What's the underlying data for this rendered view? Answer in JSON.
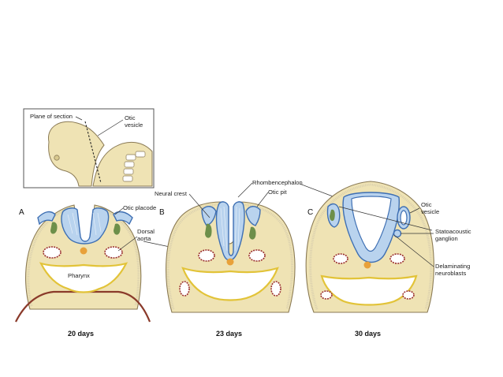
{
  "inset": {
    "plane_label": "Plane of section",
    "otic_label_line1": "Otic",
    "otic_label_line2": "vesicle"
  },
  "panels": [
    {
      "letter": "A",
      "age": "20 days"
    },
    {
      "letter": "B",
      "age": "23 days"
    },
    {
      "letter": "C",
      "age": "30 days"
    }
  ],
  "labels": {
    "otic_placode": "Otic placode",
    "dorsal_aorta_line1": "Dorsal",
    "dorsal_aorta_line2": "aorta",
    "pharynx": "Pharynx",
    "neural_crest": "Neural crest",
    "rhombencephalon": "Rhombencephalon",
    "otic_pit": "Otic pit",
    "otic_vesicle_line1": "Otic",
    "otic_vesicle_line2": "vesicle",
    "statoacoustic_line1": "Statoacoustic",
    "statoacoustic_line2": "ganglion",
    "delaminating_line1": "Delaminating",
    "delaminating_line2": "neuroblasts"
  },
  "colors": {
    "tissue": "#efe3b4",
    "neural_tube": "#b9d3ee",
    "neural_outline": "#3e6fb3",
    "neural_crest": "#6d8f4a",
    "pharynx_outline": "#e2c338",
    "vessel_outline": "#9a2f2f",
    "aorta": "#e8a13a"
  }
}
